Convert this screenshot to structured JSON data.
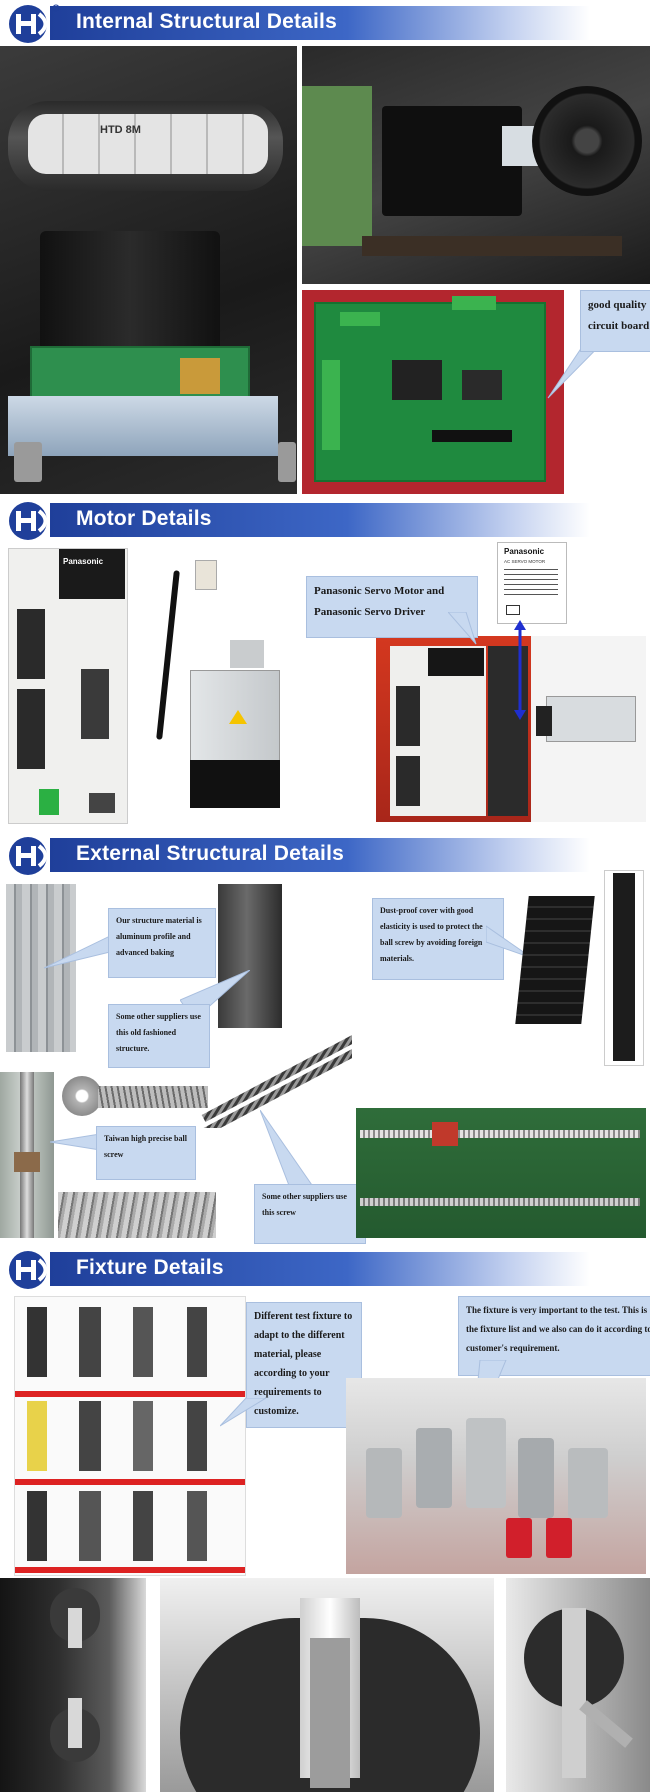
{
  "sections": {
    "internal": "Internal Structural Details",
    "motor": "Motor Details",
    "external": "External Structural Details",
    "fixture": "Fixture Details"
  },
  "belt_label": "HTD 8M",
  "callouts": {
    "circuit_board": "good quality circuit board",
    "panasonic": "Panasonic Servo Motor and Panasonic Servo Driver",
    "aluminum": "Our structure material is aluminum profile and advanced baking",
    "old_structure": "Some other suppliers use this old fashioned structure.",
    "dust_cover": "Dust-proof cover with good elasticity is used to protect the ball screw by avoiding foreign materials.",
    "taiwan_screw": "Taiwan high precise ball screw",
    "other_screw": "Some other suppliers use this screw",
    "test_fixture": "Different test fixture to adapt to the different material, please according to your requirements to customize.",
    "fixture_list": "The fixture is very important to the test. This is the fixture list and we also can do it according to customer's requirement."
  },
  "driver_brand": "Panasonic",
  "motor_label_brand": "Panasonic",
  "motor_label_type": "AC SERVO MOTOR",
  "colors": {
    "banner": "#2a4fb0",
    "callout": "#c8d9f0",
    "accent_red": "#c8102e"
  }
}
